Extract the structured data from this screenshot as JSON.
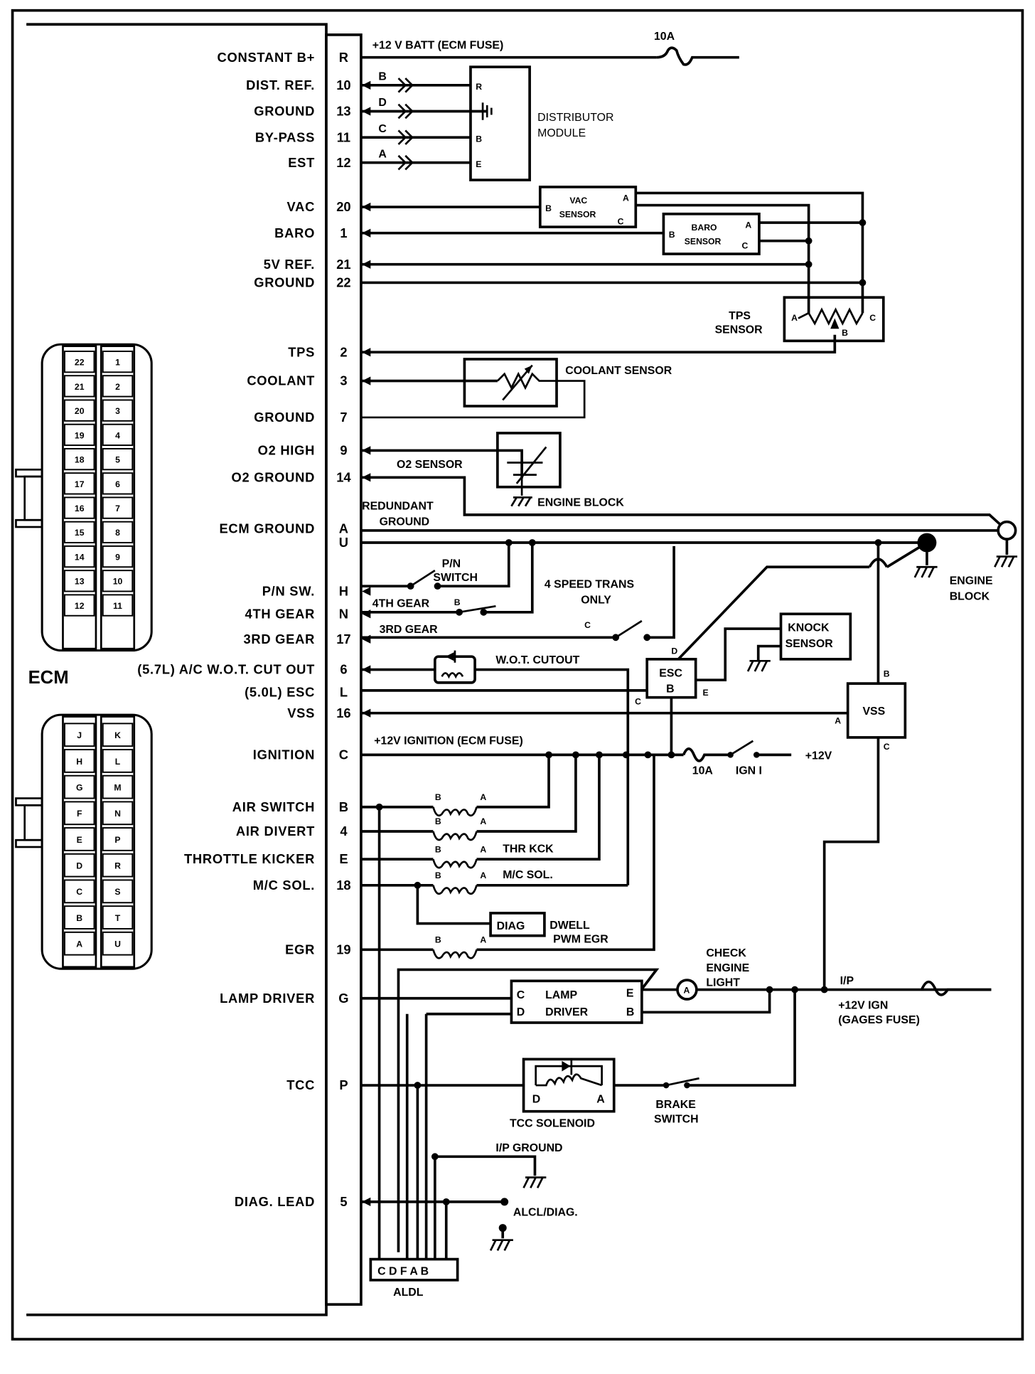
{
  "module": "ECM",
  "ecm_pins": [
    {
      "label": "CONSTANT B+",
      "pin": "R"
    },
    {
      "label": "DIST. REF.",
      "pin": "10"
    },
    {
      "label": "GROUND",
      "pin": "13"
    },
    {
      "label": "BY-PASS",
      "pin": "11"
    },
    {
      "label": "EST",
      "pin": "12"
    },
    {
      "label": "VAC",
      "pin": "20"
    },
    {
      "label": "BARO",
      "pin": "1"
    },
    {
      "label": "5V REF.",
      "pin": "21"
    },
    {
      "label": "GROUND",
      "pin": "22"
    },
    {
      "label": "TPS",
      "pin": "2"
    },
    {
      "label": "COOLANT",
      "pin": "3"
    },
    {
      "label": "GROUND",
      "pin": "7"
    },
    {
      "label": "O2 HIGH",
      "pin": "9"
    },
    {
      "label": "O2 GROUND",
      "pin": "14"
    },
    {
      "label": "ECM GROUND",
      "pin": "A"
    },
    {
      "label": "",
      "pin": "U"
    },
    {
      "label": "P/N SW.",
      "pin": "H"
    },
    {
      "label": "4TH GEAR",
      "pin": "N"
    },
    {
      "label": "3RD GEAR",
      "pin": "17"
    },
    {
      "label": "(5.7L) A/C W.O.T. CUT OUT",
      "pin": "6"
    },
    {
      "label": "(5.0L) ESC",
      "pin": "L"
    },
    {
      "label": "VSS",
      "pin": "16"
    },
    {
      "label": "IGNITION",
      "pin": "C"
    },
    {
      "label": "AIR SWITCH",
      "pin": "B"
    },
    {
      "label": "AIR DIVERT",
      "pin": "4"
    },
    {
      "label": "THROTTLE KICKER",
      "pin": "E"
    },
    {
      "label": "M/C SOL.",
      "pin": "18"
    },
    {
      "label": "EGR",
      "pin": "19"
    },
    {
      "label": "LAMP DRIVER",
      "pin": "G"
    },
    {
      "label": "TCC",
      "pin": "P"
    },
    {
      "label": "DIAG. LEAD",
      "pin": "5"
    }
  ],
  "connector_numeric": {
    "left": [
      "22",
      "21",
      "20",
      "19",
      "18",
      "17",
      "16",
      "15",
      "14",
      "13",
      "12"
    ],
    "right": [
      "1",
      "2",
      "3",
      "4",
      "5",
      "6",
      "7",
      "8",
      "9",
      "10",
      "11"
    ]
  },
  "connector_letter": {
    "left": [
      "J",
      "H",
      "G",
      "F",
      "E",
      "D",
      "C",
      "B",
      "A"
    ],
    "right": [
      "K",
      "L",
      "M",
      "N",
      "P",
      "R",
      "S",
      "T",
      "U"
    ]
  },
  "labels": {
    "batt": "+12 V BATT (ECM FUSE)",
    "fuse_top": "10A",
    "dist_module": [
      "DISTRIBUTOR",
      "MODULE"
    ],
    "dist_wire_letters": [
      "B",
      "D",
      "C",
      "A"
    ],
    "dist_pins": [
      "R",
      "B",
      "E"
    ],
    "vac_sensor": [
      "VAC",
      "SENSOR"
    ],
    "baro_sensor": [
      "BARO",
      "SENSOR"
    ],
    "sensor_pins": {
      "a": "A",
      "b": "B",
      "c": "C"
    },
    "tps_sensor": [
      "TPS",
      "SENSOR"
    ],
    "coolant_sensor": "COOLANT SENSOR",
    "o2_sensor": "O2 SENSOR",
    "engine_block": "ENGINE BLOCK",
    "redundant_ground": [
      "REDUNDANT",
      "GROUND"
    ],
    "engine_block_right": [
      "ENGINE",
      "BLOCK"
    ],
    "pn_switch": [
      "P/N",
      "SWITCH"
    ],
    "four_speed": [
      "4 SPEED TRANS",
      "ONLY"
    ],
    "fourth_gear": "4TH GEAR",
    "third_gear": "3RD GEAR",
    "wot_cutout": "W.O.T. CUTOUT",
    "esc": [
      "ESC",
      "B"
    ],
    "knock_sensor": [
      "KNOCK",
      "SENSOR"
    ],
    "vss": "VSS",
    "ignition": "+12V IGNITION (ECM FUSE)",
    "fuse_ign": "10A",
    "ign_switch": "IGN I",
    "plus12v": "+12V",
    "thr_kck": "THR KCK",
    "mc_sol": "M/C SOL.",
    "diag": "DIAG",
    "dwell": [
      "DWELL",
      "PWM EGR"
    ],
    "check_engine": [
      "CHECK",
      "ENGINE",
      "LIGHT"
    ],
    "lamp_driver": [
      "LAMP",
      "DRIVER"
    ],
    "lamp_pins": [
      "C",
      "D",
      "E",
      "B"
    ],
    "ip": "I/P",
    "gages": [
      "+12V IGN",
      "(GAGES FUSE)"
    ],
    "tcc_solenoid": "TCC SOLENOID",
    "tcc_pins": [
      "D",
      "A"
    ],
    "brake_switch": [
      "BRAKE",
      "SWITCH"
    ],
    "ip_ground": "I/P GROUND",
    "alcl": "ALCL/DIAG.",
    "aldl_pins": "C D F A B",
    "aldl": "ALDL"
  }
}
